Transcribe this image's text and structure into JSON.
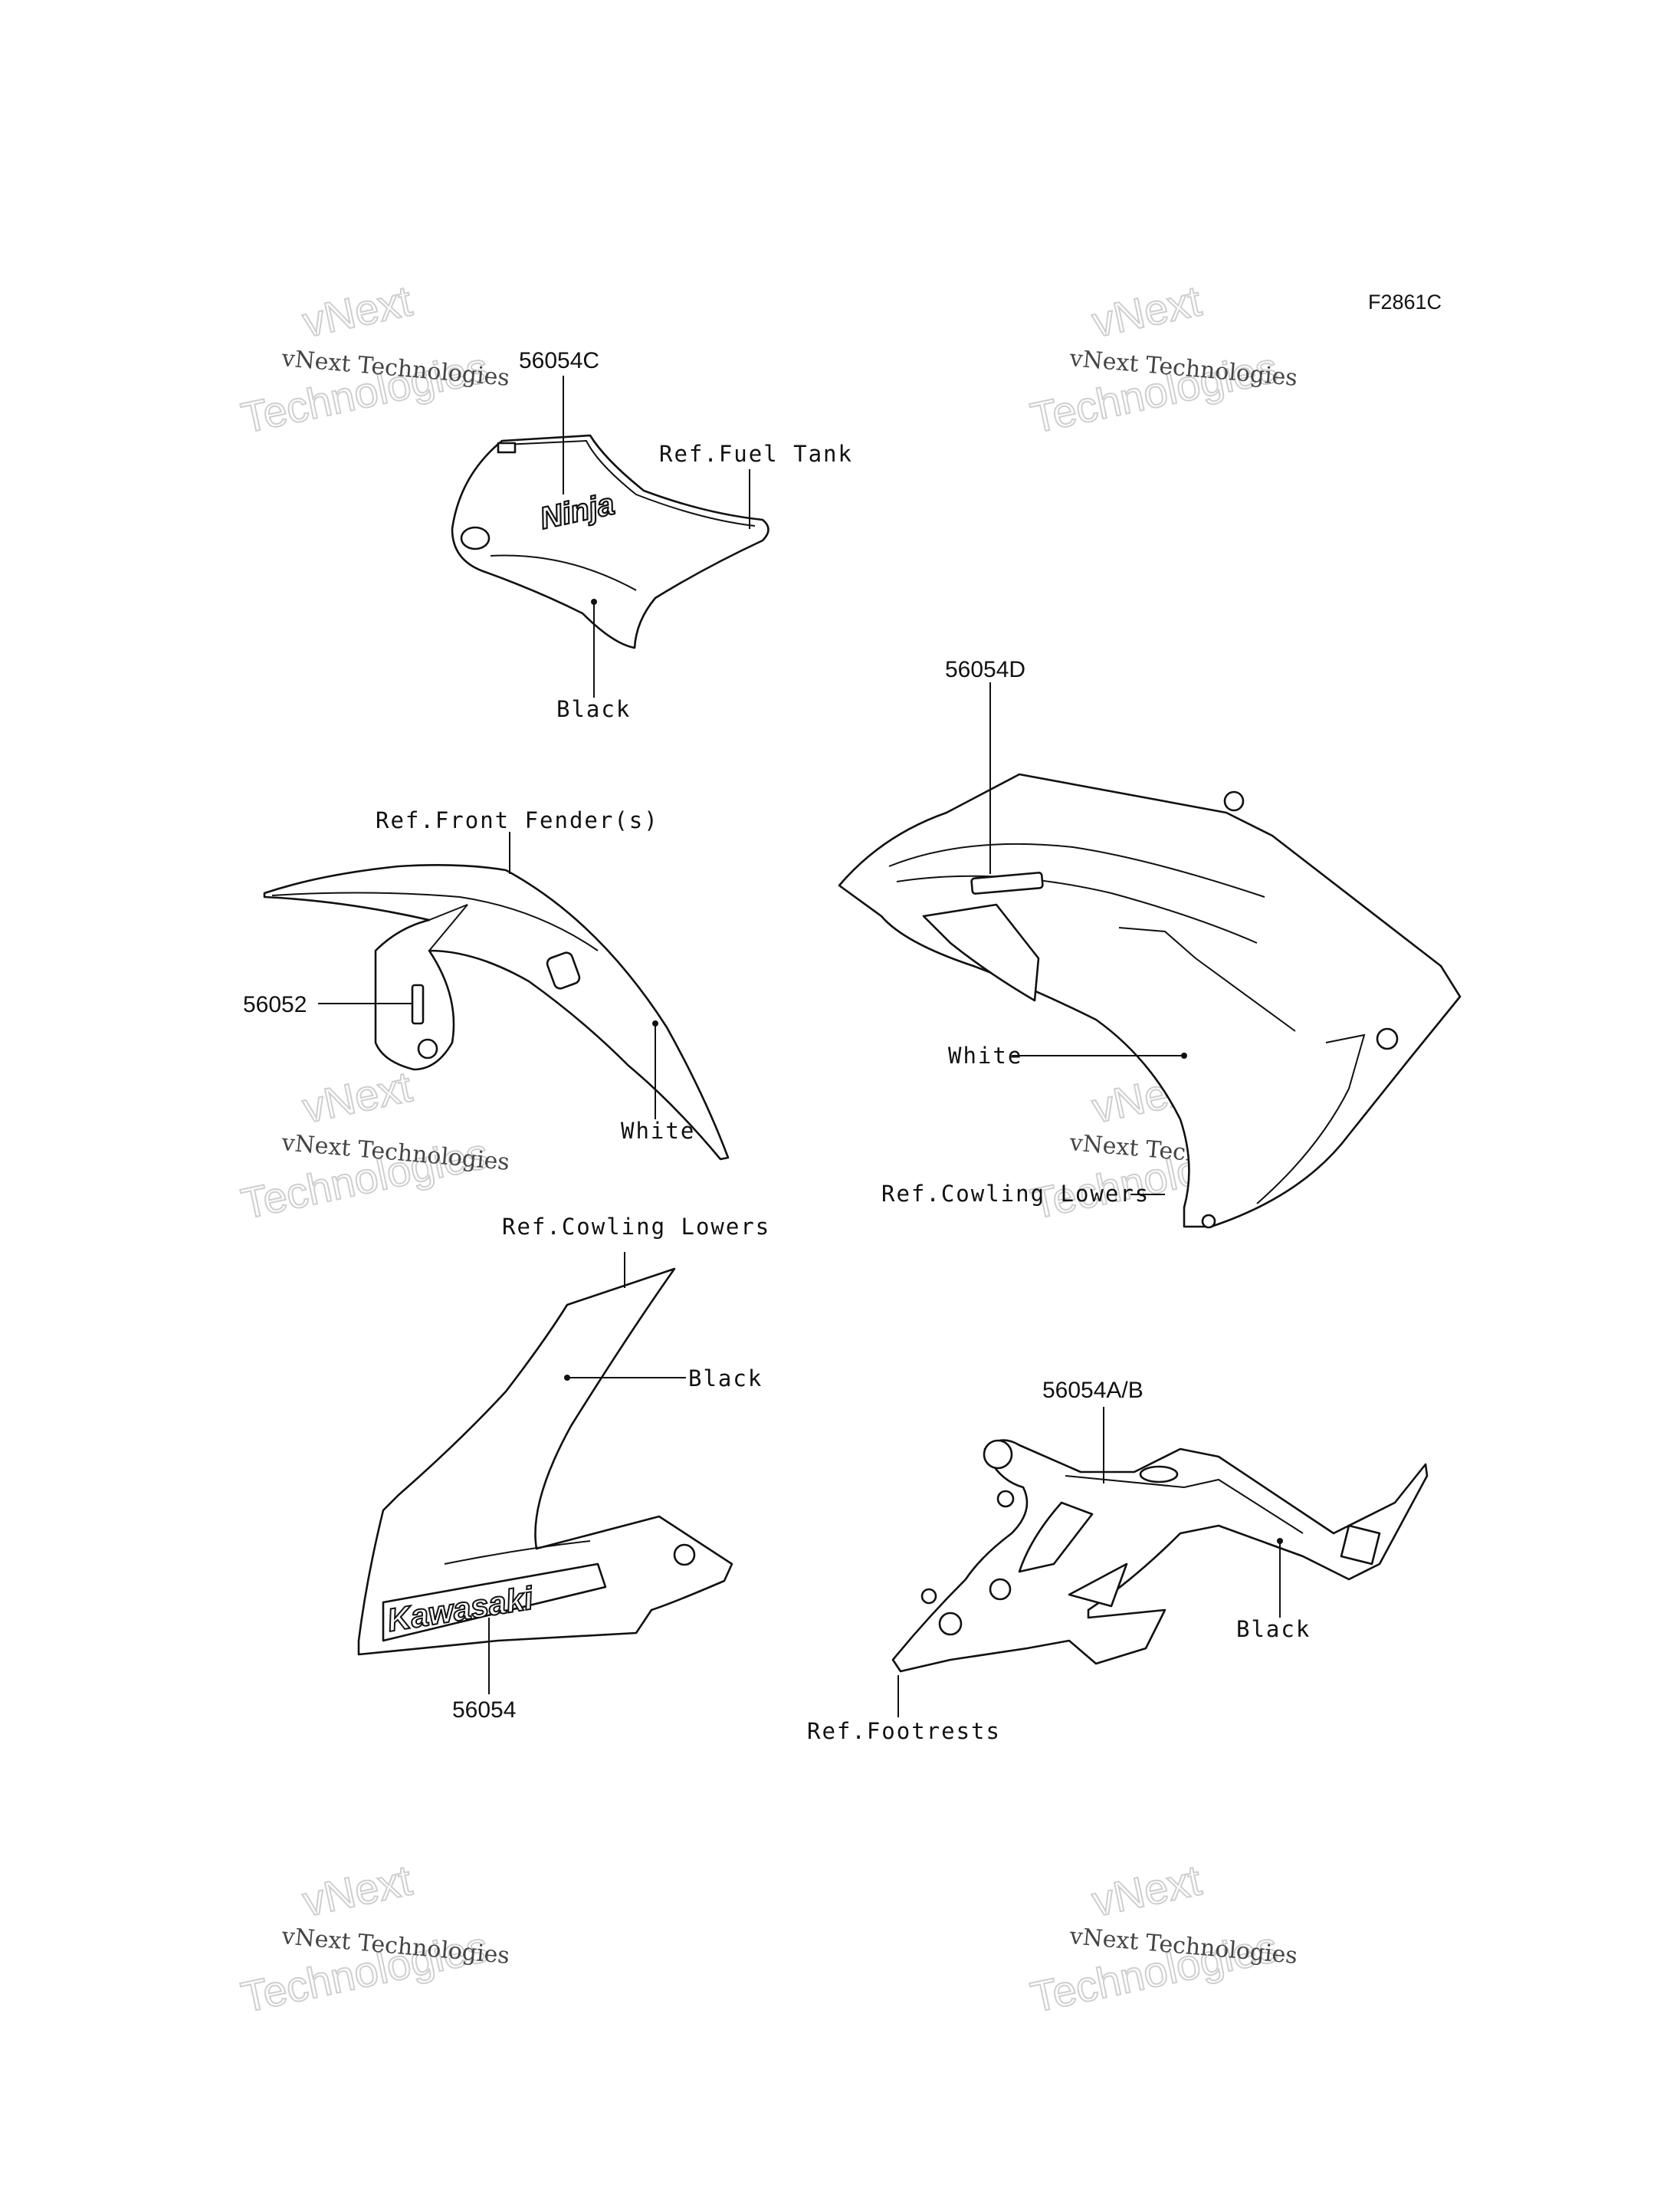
{
  "figure_code": "F2861C",
  "watermark": {
    "line1": "vNext Technologies",
    "big_top": "vNext",
    "big_bottom": "Technologies"
  },
  "parts": {
    "tank_decal": {
      "part_no": "56054C",
      "ref": "Ref.Fuel Tank",
      "color": "Black",
      "logo": "Ninja"
    },
    "fender_decal": {
      "part_no": "56052",
      "ref": "Ref.Front Fender(s)",
      "color": "White"
    },
    "cowl_decal_right": {
      "part_no": "56054D",
      "ref": "Ref.Cowling Lowers",
      "color": "White"
    },
    "cowl_decal_left": {
      "part_no": "56054",
      "ref": "Ref.Cowling Lowers",
      "color": "Black",
      "logo": "Kawasaki"
    },
    "footrest_decal": {
      "part_no": "56054A/B",
      "ref": "Ref.Footrests",
      "color": "Black"
    }
  }
}
